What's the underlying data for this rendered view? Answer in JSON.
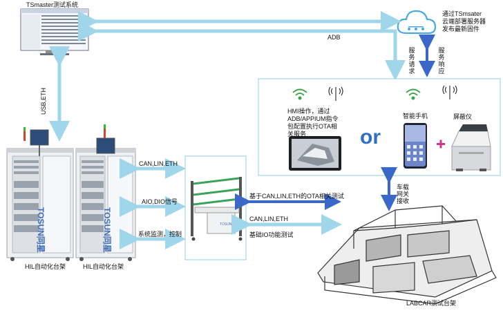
{
  "nodes": {
    "tsmaster_title": "TSmaster测试系统",
    "cloud_text": [
      "通过TSmsater",
      "云端部署服务器",
      "发布最新固件"
    ],
    "adb": "ADB",
    "service_request": [
      "服",
      "务",
      "请",
      "求"
    ],
    "service_response": [
      "服",
      "务",
      "响",
      "应"
    ],
    "usb_eth": "USB,ETH",
    "hmi_text": [
      "HMI操作，通过",
      "ADB/APPIUM指令",
      "包配置执行OTA相",
      "关服务"
    ],
    "or": "or",
    "smartphone": "智能手机",
    "shield_box": "屏蔽仪",
    "plus": "+",
    "can_lin_eth_top": "CAN,LIN,ETH",
    "aio_dio": "AIO,DIO信号",
    "monitor_control": "系统监测，控制",
    "ota_test": "基于CAN,LIN,ETH的OTA相关测试",
    "can_lin_eth_bottom": "CAN,LIN,ETH",
    "io_test": "基础IO功能测试",
    "gateway_recv": [
      "车",
      "载",
      "网",
      "关",
      "接",
      "收"
    ],
    "hil_left": "HIL自动化台架",
    "hil_right": "HIL自动化台架",
    "labcar": "LABCAR测试台架",
    "rack_brand": "TOSUN同星"
  },
  "colors": {
    "arrow_light": "#9fd6ea",
    "arrow_blue": "#3a67c8",
    "frame": "#8fd0e6",
    "or": "#2f6fc4",
    "plus": "#d0358a",
    "cloud": "#4aa7e6"
  }
}
